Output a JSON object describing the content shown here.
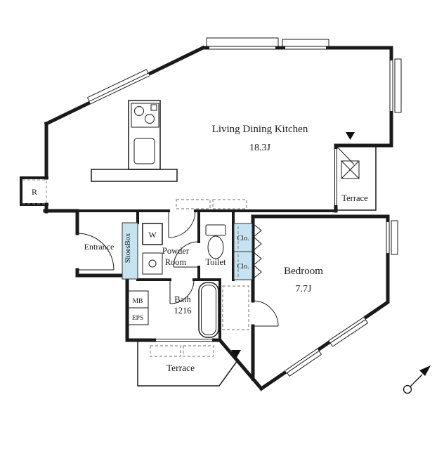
{
  "colors": {
    "wall": "#1a1a1a",
    "closet_fill": "#c5e3f0",
    "background": "#ffffff"
  },
  "rooms": {
    "ldk": {
      "label": "Living Dining Kitchen",
      "size": "18.3J"
    },
    "bedroom": {
      "label": "Bedroom",
      "size": "7.7J"
    },
    "entrance": {
      "label": "Entrance"
    },
    "powder_room": {
      "line1": "Powder",
      "line2": "Room"
    },
    "toilet": {
      "label": "Toilet"
    },
    "bath": {
      "label": "Bath",
      "size": "1216"
    },
    "terrace_right": {
      "label": "Terrace"
    },
    "terrace_bottom": {
      "label": "Terrace"
    }
  },
  "fixtures": {
    "shoes_box": "ShoesBox",
    "washer": "W",
    "closet_upper": "Clo.",
    "closet_lower": "Clo.",
    "refrigerator": "R",
    "meter_box": "MB",
    "eps": "EPS"
  }
}
